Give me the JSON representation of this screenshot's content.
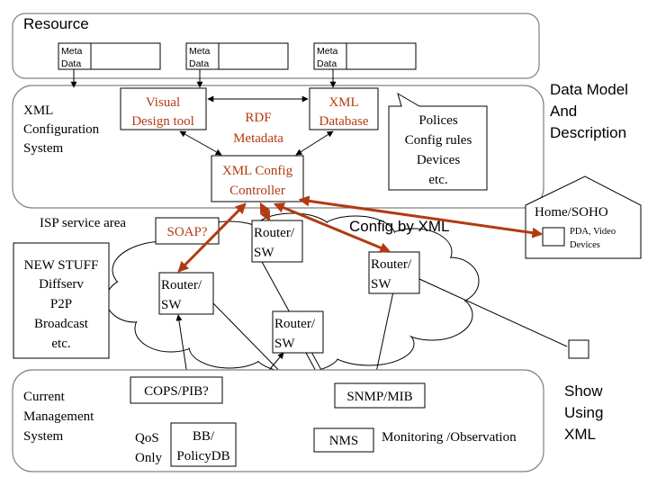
{
  "resource": {
    "title": "Resource",
    "meta_label": [
      "Meta",
      "Data"
    ]
  },
  "xml_config": {
    "system_label": [
      "XML",
      "Configuration",
      "System"
    ],
    "visual_design_tool": [
      "Visual",
      "Design tool"
    ],
    "rdf_metadata": [
      "RDF",
      "Metadata"
    ],
    "xml_database": [
      "XML",
      "Database"
    ],
    "xml_config_controller": [
      "XML Config",
      "Controller"
    ],
    "polices_note": [
      "Polices",
      "Config rules",
      "Devices",
      "etc."
    ]
  },
  "data_model_label": [
    "Data Model",
    "And",
    "Description"
  ],
  "isp_area_label": "ISP service area",
  "soap_label": "SOAP?",
  "config_by_xml_label": "Config by XML",
  "router_label": [
    "Router/",
    "SW"
  ],
  "home": {
    "title": "Home/SOHO",
    "devices": [
      "PDA, Video",
      "Devices"
    ]
  },
  "new_stuff": [
    "NEW STUFF",
    "Diffserv",
    "P2P",
    "Broadcast",
    "etc."
  ],
  "current_mgmt": {
    "system_label": [
      "Current",
      "Management",
      "System"
    ],
    "cops_pib": "COPS/PIB?",
    "snmp_mib": "SNMP/MIB",
    "qos_only": [
      "QoS",
      "Only"
    ],
    "bb_policydb": [
      "BB/",
      "PolicyDB"
    ],
    "nms": "NMS",
    "monitoring": "Monitoring /Observation"
  },
  "show_using_xml": [
    "Show",
    "Using",
    "XML"
  ],
  "colors": {
    "accent_red": "#b23a12",
    "panel_border": "#808080"
  }
}
